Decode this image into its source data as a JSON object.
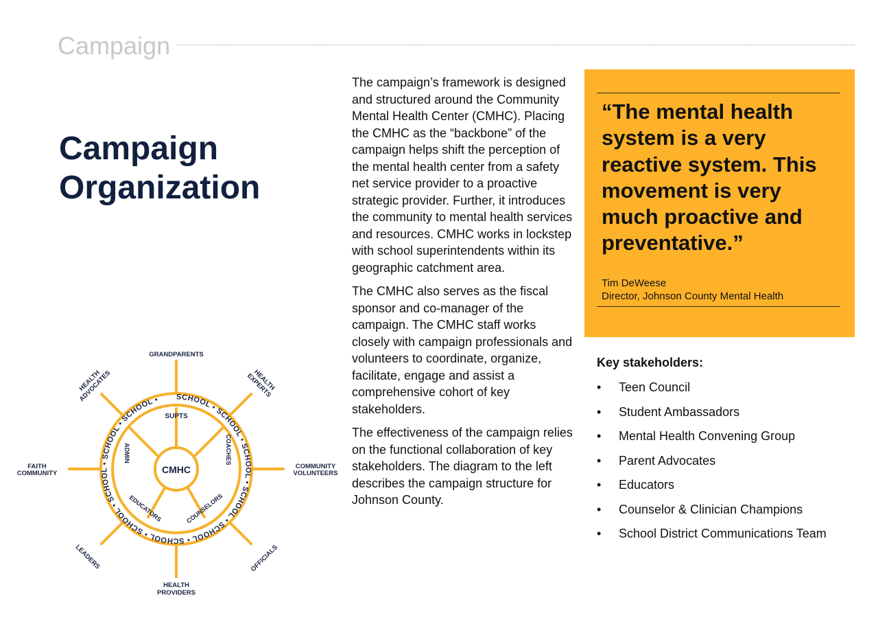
{
  "header": {
    "section_label": "Campaign"
  },
  "title": {
    "line1": "Campaign",
    "line2": "Organization"
  },
  "body": {
    "paragraphs": [
      "The campaign’s framework is designed and structured around the Community Mental Health Center (CMHC). Placing the CMHC as the “backbone” of the campaign helps shift the perception of the mental health center from a safety net service provider to a proactive strategic provider. Further, it introduces the community to mental health services and resources. CMHC works in lockstep with school superintendents within its geographic catchment area.",
      "The CMHC also serves as the fiscal sponsor and co-manager of the campaign. The CMHC staff works closely with campaign professionals and volunteers to coordinate, organize, facilitate, engage and assist a comprehensive cohort of key stakeholders.",
      "The effectiveness of the campaign relies on the functional collaboration of key stakeholders. The diagram to the left describes the campaign structure for Johnson County."
    ]
  },
  "quote": {
    "text": "“The mental health system is a very reactive system. This movement is very much proactive and preventative.”",
    "author": "Tim DeWeese",
    "role": "Director, Johnson County Mental Health"
  },
  "stakeholders": {
    "title": "Key stakeholders:",
    "items": [
      "Teen Council",
      "Student Ambassadors",
      "Mental Health Convening Group",
      "Parent Advocates",
      "Educators",
      "Counselor & Clinician Champions",
      "School District Communications Team"
    ]
  },
  "diagram": {
    "center": "CMHC",
    "ring_word": "SCHOOL",
    "inner": {
      "supts": "SUPTS",
      "admin": "ADMIN",
      "coaches": "COACHES",
      "educators": "EDUCATORS",
      "counselors": "COUNSELORS"
    },
    "outer": {
      "top": "GRANDPARENTS",
      "top_right_1": "HEALTH",
      "top_right_2": "EXPERTS",
      "right_1": "COMMUNITY",
      "right_2": "VOLUNTEERS",
      "bottom_right": "OFFICIALS",
      "bottom_1": "HEALTH",
      "bottom_2": "PROVIDERS",
      "bottom_left": "LEADERS",
      "left_1": "FAITH",
      "left_2": "COMMUNITY",
      "top_left_1": "HEALTH",
      "top_left_2": "ADVOCATES"
    },
    "colors": {
      "ring": "#f6b12c",
      "text": "#1b2342"
    }
  }
}
